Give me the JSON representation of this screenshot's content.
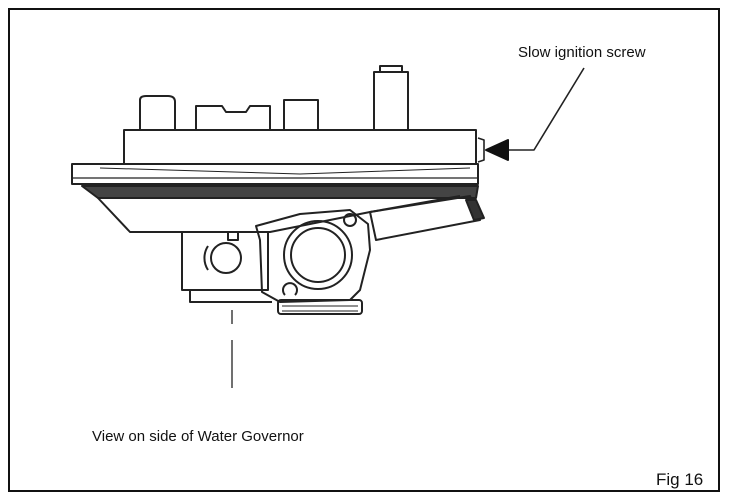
{
  "figure": {
    "callout_label": "Slow ignition screw",
    "caption": "View on side of Water Governor",
    "figure_number": "Fig 16"
  }
}
